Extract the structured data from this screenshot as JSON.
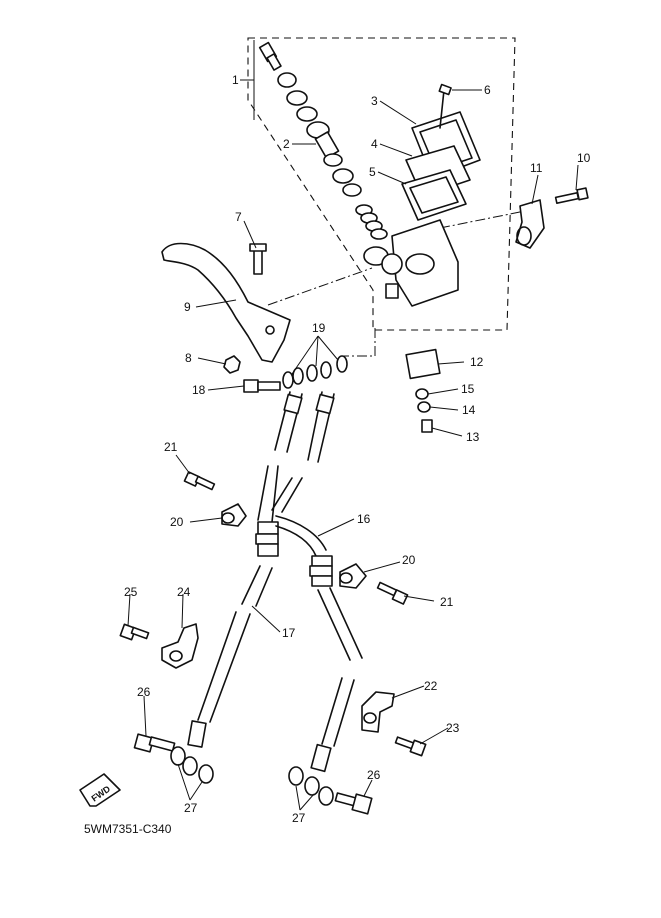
{
  "diagram": {
    "code_label": "5WM7351-C340",
    "fwd_label": "FWD",
    "callouts": [
      {
        "id": "c1",
        "text": "1"
      },
      {
        "id": "c2",
        "text": "2"
      },
      {
        "id": "c3",
        "text": "3"
      },
      {
        "id": "c4",
        "text": "4"
      },
      {
        "id": "c5",
        "text": "5"
      },
      {
        "id": "c6",
        "text": "6"
      },
      {
        "id": "c7",
        "text": "7"
      },
      {
        "id": "c8",
        "text": "8"
      },
      {
        "id": "c9",
        "text": "9"
      },
      {
        "id": "c10",
        "text": "10"
      },
      {
        "id": "c11",
        "text": "11"
      },
      {
        "id": "c12",
        "text": "12"
      },
      {
        "id": "c13",
        "text": "13"
      },
      {
        "id": "c14",
        "text": "14"
      },
      {
        "id": "c15",
        "text": "15"
      },
      {
        "id": "c16",
        "text": "16"
      },
      {
        "id": "c17",
        "text": "17"
      },
      {
        "id": "c18",
        "text": "18"
      },
      {
        "id": "c19",
        "text": "19"
      },
      {
        "id": "c20a",
        "text": "20"
      },
      {
        "id": "c20b",
        "text": "20"
      },
      {
        "id": "c21a",
        "text": "21"
      },
      {
        "id": "c21b",
        "text": "21"
      },
      {
        "id": "c22",
        "text": "22"
      },
      {
        "id": "c23",
        "text": "23"
      },
      {
        "id": "c24",
        "text": "24"
      },
      {
        "id": "c25",
        "text": "25"
      },
      {
        "id": "c26a",
        "text": "26"
      },
      {
        "id": "c26b",
        "text": "26"
      },
      {
        "id": "c27a",
        "text": "27"
      },
      {
        "id": "c27b",
        "text": "27"
      }
    ]
  }
}
